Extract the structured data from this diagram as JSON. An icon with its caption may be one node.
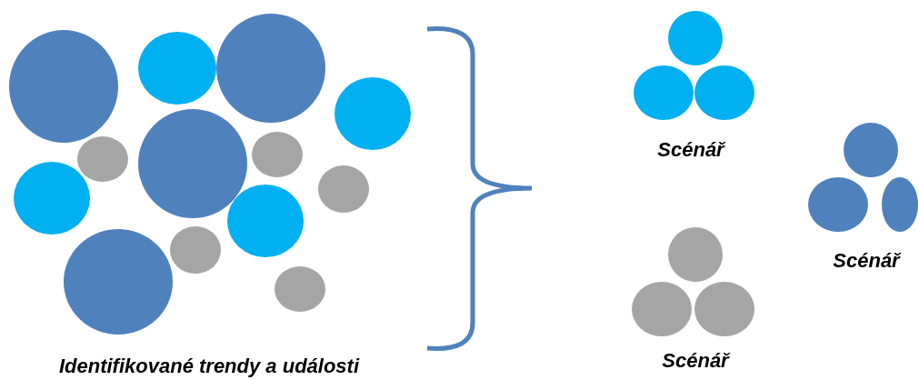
{
  "diagram": {
    "labels": [
      "Scénář",
      "Scénář",
      "Identifikované trendy a události",
      "Scénář"
    ]
  }
}
